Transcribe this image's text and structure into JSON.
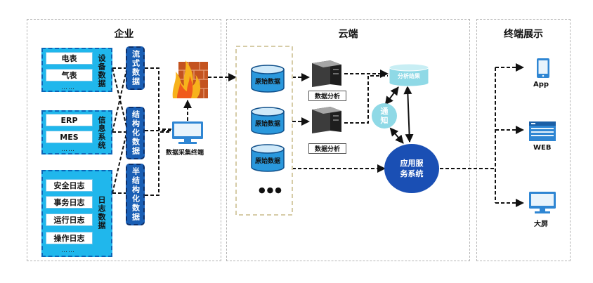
{
  "panels": {
    "enterprise": "企业",
    "cloud": "云端",
    "display": "终端展示"
  },
  "groups": {
    "devices": {
      "items": [
        "电表",
        "气表"
      ],
      "dots": "……",
      "label": "设备数据"
    },
    "info": {
      "items": [
        "ERP",
        "MES"
      ],
      "dots": "……",
      "label": "信息系统"
    },
    "logs": {
      "items": [
        "安全日志",
        "事务日志",
        "运行日志",
        "操作日志"
      ],
      "dots": "……",
      "label": "日志数据"
    }
  },
  "data_types": [
    "流式数据",
    "结构化数据",
    "半结构化数据"
  ],
  "collector": {
    "label": "数据采集终端"
  },
  "storage": {
    "items": [
      "原始数据",
      "原始数据",
      "原始数据"
    ],
    "more": "●●●"
  },
  "servers": [
    {
      "label": "数据分析"
    },
    {
      "label": "数据分析"
    }
  ],
  "results": {
    "label": "分析结果"
  },
  "notify": {
    "line1": "通",
    "line2": "知"
  },
  "app_service": {
    "line1": "应用服",
    "line2": "务系统"
  },
  "terminals": [
    {
      "label": "App",
      "icon": "tablet-icon"
    },
    {
      "label": "WEB",
      "icon": "browser-icon"
    },
    {
      "label": "大屏",
      "icon": "monitor-icon"
    }
  ],
  "colors": {
    "group_fill": "#20b7ec",
    "pill_fill": "#1a5fb5",
    "cylinder_fill": "#2a98dc",
    "service_fill": "#1a4fb4",
    "result_fill": "#8fd9e6",
    "monitor_fill": "#2f86d3"
  }
}
